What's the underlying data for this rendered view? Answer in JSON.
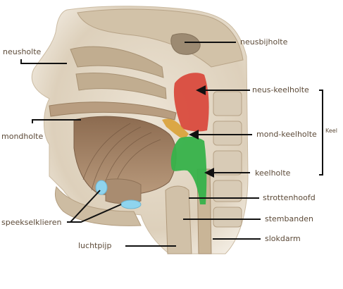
{
  "labels": {
    "neusholte": "neusholte",
    "neusbijholte": "neusbijholte",
    "neus_keelholte": "neus-keelholte",
    "mondholte": "mondholte",
    "mond_keelholte": "mond-keelholte",
    "keelholte": "keelholte",
    "keel_bracket": "Keel",
    "strottenhoofd": "strottenhoofd",
    "speekselklieren": "speekselklieren",
    "stembanden": "stembanden",
    "slokdarm": "slokdarm",
    "luchtpijp": "luchtpijp"
  },
  "colors": {
    "background": "#ffffff",
    "label_text": "#5c4a38",
    "leader_line": "#111111",
    "nasopharynx": "#d9473a",
    "oropharynx": "#d9a23a",
    "laryngopharynx": "#36b24a",
    "salivary_glands": "#8fd4ee",
    "tissue": "#e2d6c4",
    "bone": "#c7b59c",
    "muscle": "#9b7a5e"
  }
}
